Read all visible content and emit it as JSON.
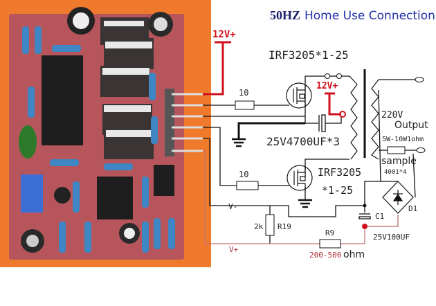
{
  "title": {
    "freq": "50HZ",
    "rest": "Home Use Connection"
  },
  "labels": {
    "supply_main": "12V+",
    "supply_transformer": "12V+",
    "mosfet_top": "IRF3205*1-25",
    "mosfet_bottom_part": "IRF3205",
    "mosfet_bottom_qty": "*1-25",
    "gate_resistor_top": "10",
    "gate_resistor_bottom": "10",
    "capacitor_main": "25V4700UF*3",
    "output_voltage": "220V",
    "output": "Output",
    "sample_resistor_spec": "5W-10W1ohm",
    "sample": "sample",
    "rectifier": "4001*4",
    "bridge": "D1",
    "v_minus": "V-",
    "v_plus": "V+",
    "r19_value": "2k",
    "r19": "R19",
    "r9": "R9",
    "c1": "C1",
    "c1_value": "25V100UF",
    "r9_value": "200-500",
    "r9_unit": "ohm"
  },
  "colors": {
    "red": "#d0101c",
    "navy": "#1a1f6b",
    "blue": "#2231a8",
    "board_bg": "#f07a2c",
    "pcb": "#b9585e"
  }
}
